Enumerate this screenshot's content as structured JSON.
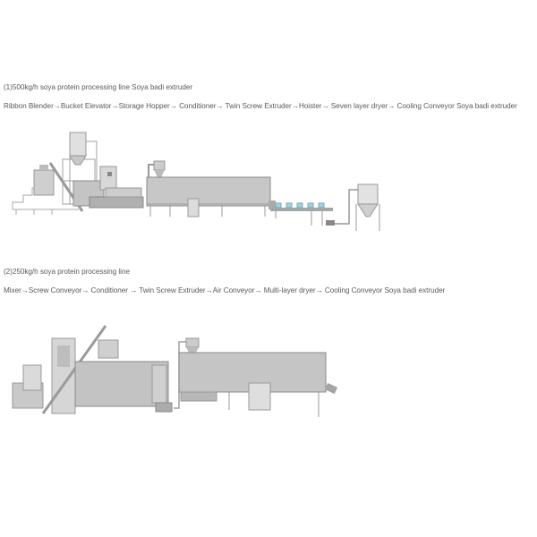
{
  "sections": [
    {
      "heading": "(1)500kg/h soya protein processing line Soya badi extruder",
      "flow": "Ribbon Blender→Bucket Elevator→Storage Hopper→ Conditioner→ Twin Screw Extruder→Hoister→ Seven layer dryer→ Cooling Conveyor Soya badi extruder",
      "figure": {
        "description": "500kg/h soya protein processing line machinery",
        "components": [
          "ribbon-blender",
          "bucket-elevator",
          "storage-hopper",
          "conditioner",
          "twin-screw-extruder",
          "hoister",
          "seven-layer-dryer",
          "cooling-conveyor",
          "cyclone-silo"
        ]
      }
    },
    {
      "heading": "(2)250kg/h soya protein processing line",
      "flow": "Mixer→Screw Conveyor→ Conditioner → Twin Screw Extruder→Air Conveyor→ Multi-layer dryer→ Cooling Conveyor  Soya badi extruder",
      "figure": {
        "description": "250kg/h soya protein processing line machinery",
        "components": [
          "mixer",
          "screw-conveyor",
          "control-cabinet",
          "conditioner",
          "twin-screw-extruder",
          "air-conveyor",
          "multi-layer-dryer",
          "cooling-conveyor"
        ]
      }
    }
  ],
  "colors": {
    "text": "#5a5a5a",
    "steel_light": "#d9d9d9",
    "steel_mid": "#b5b5b5",
    "steel_dark": "#8c8c8c",
    "bin_blue": "#9fd3dc"
  }
}
